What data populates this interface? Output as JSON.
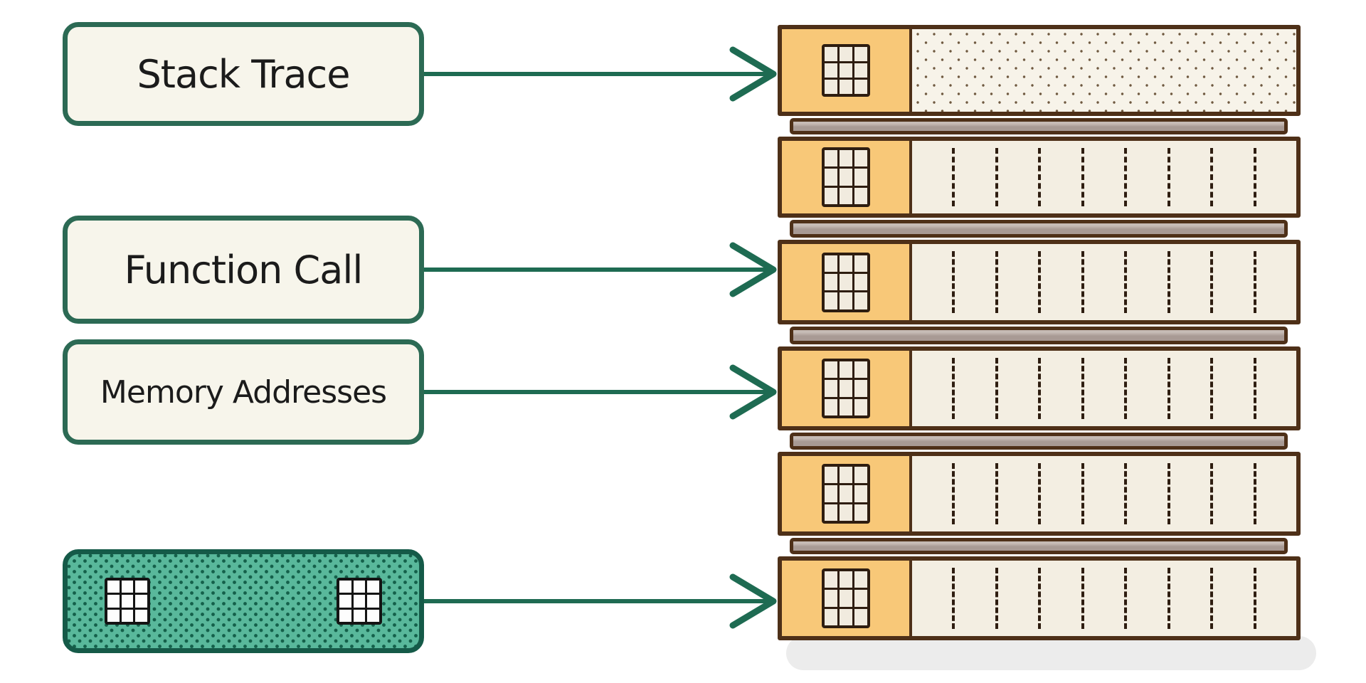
{
  "labels": [
    {
      "id": "stack-trace",
      "text": "Stack Trace"
    },
    {
      "id": "function-call",
      "text": "Function Call"
    },
    {
      "id": "memory-addresses",
      "text": "Memory Addresses"
    }
  ],
  "legend_box": {
    "icons": [
      "grid-icon",
      "grid-icon"
    ]
  },
  "stack": {
    "row_count": 6,
    "rows": [
      {
        "icon": "grid-icon",
        "texture": "fine-dots"
      },
      {
        "icon": "grid-icon",
        "texture": "dashed-columns"
      },
      {
        "icon": "grid-icon",
        "texture": "dashed-columns"
      },
      {
        "icon": "grid-icon",
        "texture": "dashed-columns"
      },
      {
        "icon": "grid-icon",
        "texture": "dashed-columns"
      },
      {
        "icon": "grid-icon",
        "texture": "dashed-columns"
      }
    ]
  },
  "arrows": [
    {
      "from": "stack-trace",
      "to_row": 1
    },
    {
      "from": "function-call",
      "to_row": 3
    },
    {
      "from": "memory-addresses",
      "to_row": 4
    },
    {
      "from": "legend-box",
      "to_row": 6
    }
  ],
  "colors": {
    "page-bg": "#ffffff",
    "label-fill": "#f7f5eb",
    "label-border": "#2c6a54",
    "label-text": "#1b1b1b",
    "arrow": "#1e6b52",
    "legend-fill": "#59b89b",
    "legend-dot": "#14604a",
    "legend-border": "#155a48",
    "stack-border": "#4e3018",
    "row-tab": "#f8c878",
    "row-body": "#f3eee2",
    "row1-body": "#f7f3e9",
    "row1-dot": "#6f5940",
    "dash": "#2e1d10",
    "spacer-fill": "#a89a94",
    "spacer-hi": "#c6bbb5",
    "shadow": "#ececec",
    "grid-line": "#2e1d10",
    "grid-cell": "#f1ebdf",
    "legend-grid-line": "#141414",
    "legend-grid-cell": "#fdfdfd"
  }
}
